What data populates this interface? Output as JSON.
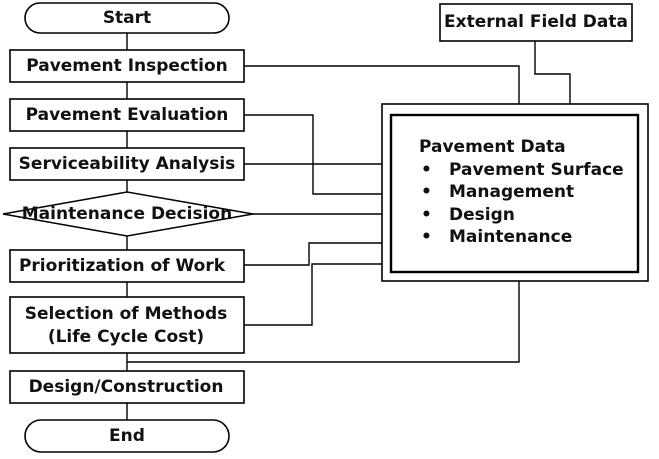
{
  "flow": {
    "start": "Start",
    "inspection": "Pavement Inspection",
    "evaluation": "Pavement Evaluation",
    "serviceability": "Serviceability Analysis",
    "decision": "Maintenance Decision",
    "prioritization": "Prioritization of Work",
    "selection_line1": "Selection of Methods",
    "selection_line2": "(Life Cycle Cost)",
    "design": "Design/Construction",
    "end": "End"
  },
  "external": {
    "label": "External Field Data"
  },
  "pavement_data": {
    "title": "Pavement Data",
    "bullet": "•",
    "items": [
      "Pavement Surface",
      "Management",
      "Design",
      "Maintenance"
    ]
  }
}
